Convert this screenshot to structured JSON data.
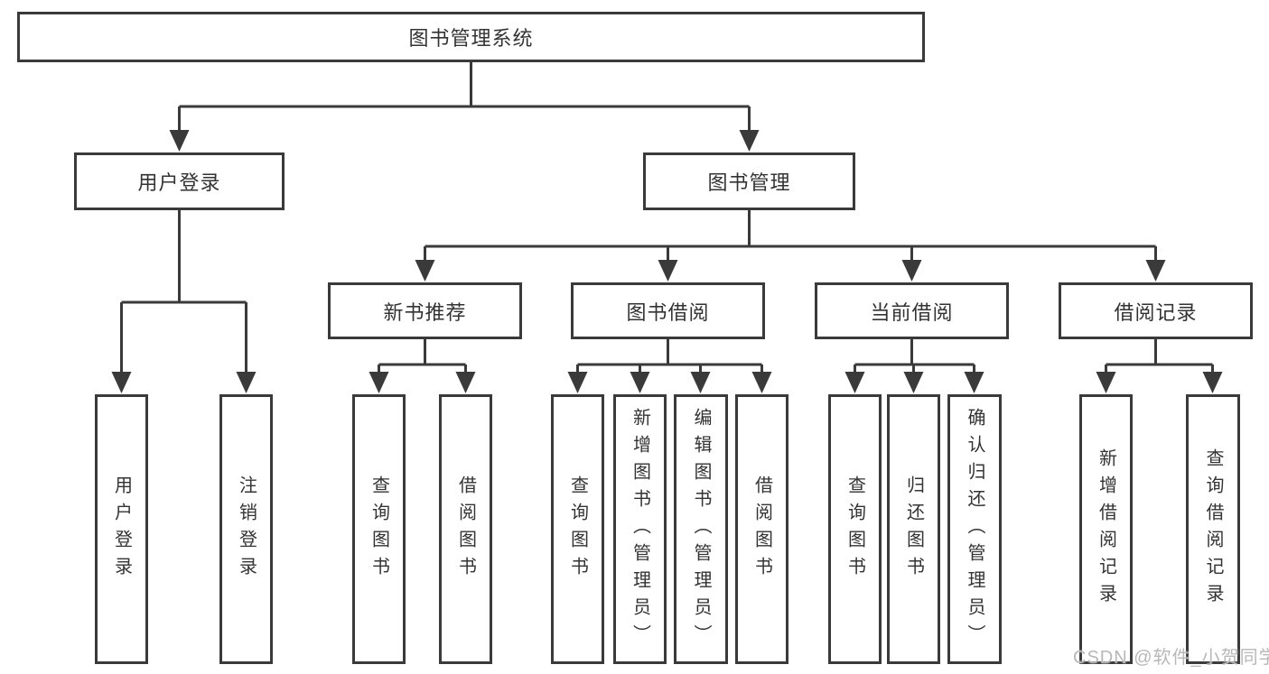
{
  "tree": {
    "root": {
      "label": "图书管理系统"
    },
    "level2": [
      {
        "id": "user-login",
        "label": "用户登录"
      },
      {
        "id": "book-management",
        "label": "图书管理"
      }
    ],
    "level3": [
      {
        "id": "new-book-recommend",
        "label": "新书推荐"
      },
      {
        "id": "book-borrow",
        "label": "图书借阅"
      },
      {
        "id": "current-borrow",
        "label": "当前借阅"
      },
      {
        "id": "borrow-records",
        "label": "借阅记录"
      }
    ],
    "leaves": {
      "user_login": [
        {
          "label": "用户登录"
        },
        {
          "label": "注销登录"
        }
      ],
      "new_book_recommend": [
        {
          "label": "查询图书"
        },
        {
          "label": "借阅图书"
        }
      ],
      "book_borrow": [
        {
          "label": "查询图书"
        },
        {
          "label": "新增图书（管理员）"
        },
        {
          "label": "编辑图书（管理员）"
        },
        {
          "label": "借阅图书"
        }
      ],
      "current_borrow": [
        {
          "label": "查询图书"
        },
        {
          "label": "归还图书"
        },
        {
          "label": "确认归还（管理员）"
        }
      ],
      "borrow_records": [
        {
          "label": "新增借阅记录"
        },
        {
          "label": "查询借阅记录"
        }
      ]
    }
  },
  "watermark": {
    "text": "CSDN @软件_小贺同学"
  },
  "colors": {
    "line": "#3a3a3a",
    "box_border": "#3a3a3a",
    "box_fill": "#ffffff",
    "text": "#333333",
    "watermark": "#b8b8b8",
    "background": "#ffffff"
  }
}
